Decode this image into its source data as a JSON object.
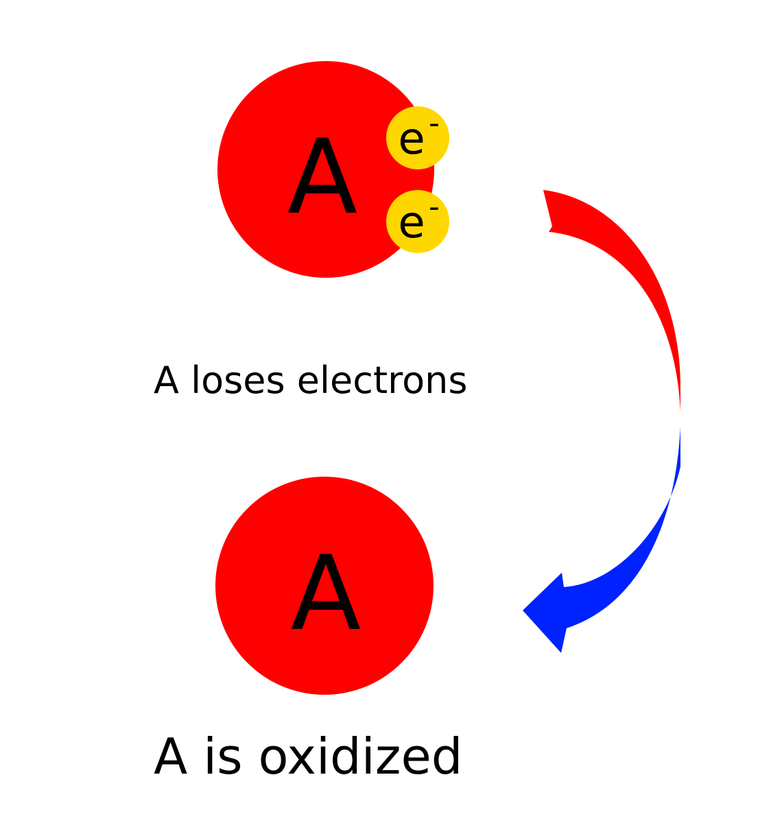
{
  "top_atom": {
    "label": "A",
    "color": "#ff0000",
    "electrons": [
      {
        "label": "e",
        "charge": "-"
      },
      {
        "label": "e",
        "charge": "-"
      }
    ]
  },
  "electron_color": "#ffd700",
  "caption_top": "A loses electrons",
  "bottom_atom": {
    "label": "A",
    "color": "#ff0000"
  },
  "caption_bottom": "A is oxidized",
  "arrow": {
    "top_segment_color": "#ff0000",
    "bottom_segment_color": "#0022ff"
  }
}
